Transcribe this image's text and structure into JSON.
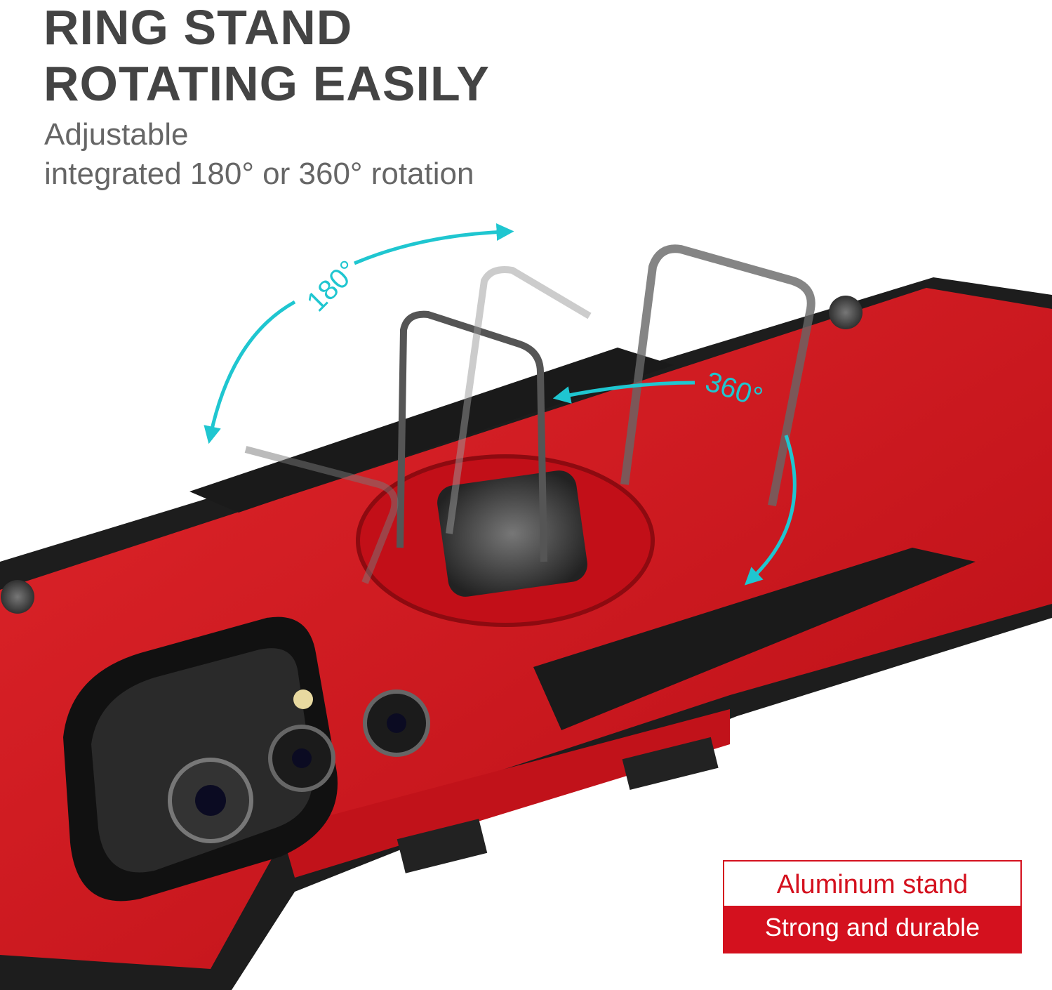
{
  "headline": {
    "line1": "RING STAND",
    "line2": "ROTATING EASILY"
  },
  "subtitle": {
    "line1": "Adjustable",
    "line2": "integrated 180° or 360° rotation"
  },
  "annotations": {
    "flip_angle": "180°",
    "rotate_angle": "360°"
  },
  "badge": {
    "top": "Aluminum stand",
    "bottom": "Strong and durable"
  },
  "colors": {
    "case_red": "#d4111e",
    "arrow_cyan": "#1fc6d0",
    "text_gray": "#444444",
    "grip_black": "#1a1a1a"
  }
}
